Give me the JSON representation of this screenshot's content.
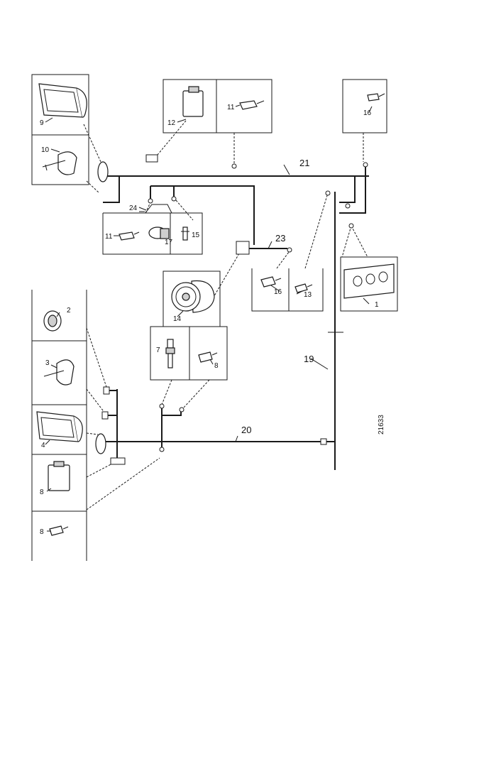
{
  "callouts": {
    "c1": "1",
    "c2": "2",
    "c3": "3",
    "c4": "4",
    "c7": "7",
    "c8a": "8",
    "c8b": "8",
    "c8c": "8",
    "c9": "9",
    "c10": "10",
    "c11a": "11",
    "c11b": "11",
    "c12": "12",
    "c13": "13",
    "c14": "14",
    "c15": "15",
    "c16a": "16",
    "c16b": "16",
    "c17": "17",
    "c19": "19",
    "c20": "20",
    "c21": "21",
    "c23": "23",
    "c24": "24"
  },
  "figure_number": "21633",
  "colors": {
    "ink": "#1a1a1a",
    "paper": "#ffffff"
  }
}
